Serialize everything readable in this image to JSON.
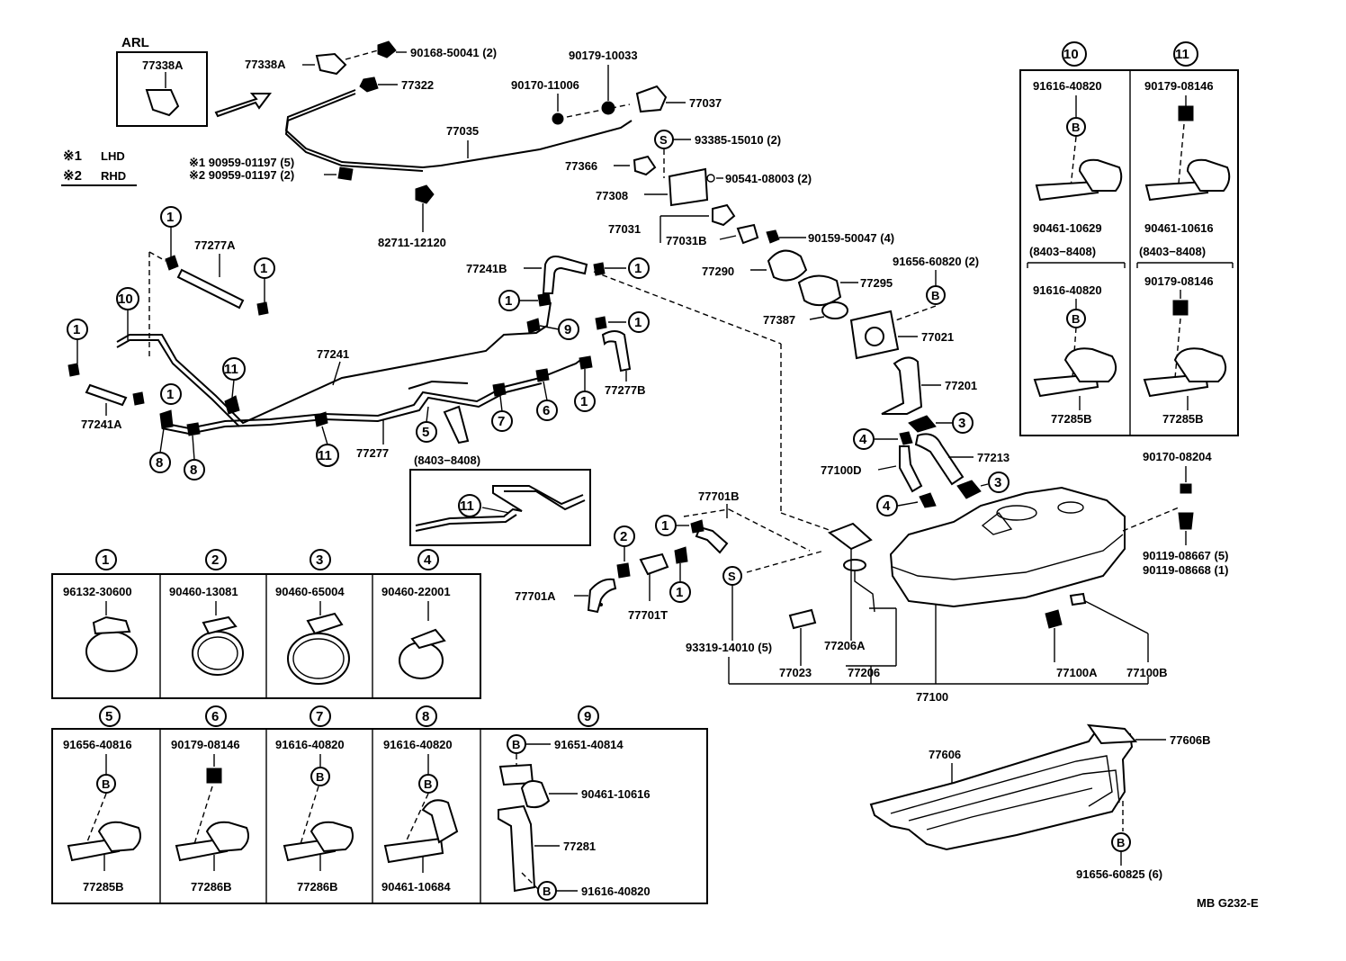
{
  "legend": {
    "lhd": {
      "mark": "※1",
      "label": "LHD"
    },
    "rhd": {
      "mark": "※2",
      "label": "RHD"
    }
  },
  "inset_arl": {
    "title": "ARL",
    "part": "77338A"
  },
  "inset_range": {
    "title": "(8403−8408)",
    "callout": "11"
  },
  "parts": {
    "p77338A": "77338A",
    "p90168": "90168-50041 (2)",
    "p77322": "77322",
    "p90179_10033": "90179-10033",
    "p90170_11006": "90170-11006",
    "p77037": "77037",
    "p77035": "77035",
    "p93385": "93385-15010 (2)",
    "p90959_a": "※1 90959-01197 (5)",
    "p90959_b": "※2 90959-01197 (2)",
    "p77366": "77366",
    "p90541": "90541-08003 (2)",
    "p77308": "77308",
    "p82711": "82711-12120",
    "p77031": "77031",
    "p77031B": "77031B",
    "p90159": "90159-50047 (4)",
    "p77277A": "77277A",
    "p77241B": "77241B",
    "p77290": "77290",
    "p77295": "77295",
    "p91656_60820": "91656-60820 (2)",
    "p77387": "77387",
    "p77021": "77021",
    "p77241": "77241",
    "p77201": "77201",
    "p77277B": "77277B",
    "p77241A": "77241A",
    "p77277": "77277",
    "p77213": "77213",
    "p77100D": "77100D",
    "p77701B": "77701B",
    "p90170_08204": "90170-08204",
    "p90119_a": "90119-08667 (5)",
    "p90119_b": "90119-08668 (1)",
    "p77701A": "77701A",
    "p77701T": "77701T",
    "p93319": "93319-14010 (5)",
    "p77206A": "77206A",
    "p77023": "77023",
    "p77206": "77206",
    "p77100A": "77100A",
    "p77100B": "77100B",
    "p77100": "77100",
    "p77606": "77606",
    "p77606B": "77606B",
    "p91656_60825": "91656-60825 (6)"
  },
  "right_panels": {
    "c10": {
      "num": "10",
      "top": "91616-40820",
      "bracket": "90461-10629",
      "range": "(8403−8408)",
      "top2": "91616-40820",
      "bottom": "77285B"
    },
    "c11": {
      "num": "11",
      "top": "90179-08146",
      "bracket": "90461-10616",
      "range": "(8403−8408)",
      "top2": "90179-08146",
      "bottom": "77285B"
    }
  },
  "clamp_table": [
    {
      "num": "1",
      "part": "96132-30600"
    },
    {
      "num": "2",
      "part": "90460-13081"
    },
    {
      "num": "3",
      "part": "90460-65004"
    },
    {
      "num": "4",
      "part": "90460-22001"
    }
  ],
  "bracket_table": [
    {
      "num": "5",
      "top": "91656-40816",
      "bottom": "77285B"
    },
    {
      "num": "6",
      "top": "90179-08146",
      "bottom": "77286B"
    },
    {
      "num": "7",
      "top": "91616-40820",
      "bottom": "77286B"
    },
    {
      "num": "8",
      "top": "91616-40820",
      "bottom": "90461-10684"
    }
  ],
  "panel9": {
    "num": "9",
    "a": "91651-40814",
    "b": "90461-10616",
    "c": "77281",
    "d": "91616-40820"
  },
  "marks": {
    "b": "B",
    "s": "S"
  },
  "callouts": [
    "1",
    "2",
    "3",
    "4",
    "5",
    "6",
    "7",
    "8",
    "9",
    "10",
    "11"
  ],
  "diagram_code": "MB G232-E"
}
